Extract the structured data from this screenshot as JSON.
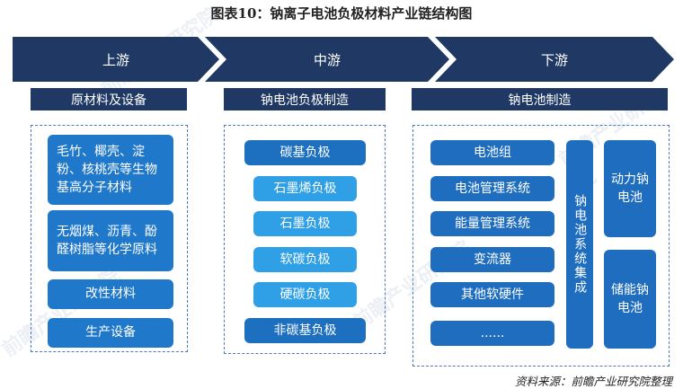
{
  "title": "图表10：钠离子电池负极材料产业链结构图",
  "stages": [
    "上游",
    "中游",
    "下游"
  ],
  "upstream": {
    "header": "原材料及设备",
    "items": [
      "毛竹、椰壳、淀粉、核桃壳等生物基高分子材料",
      "无烟煤、沥青、酚醛树脂等化学原料",
      "改性材料",
      "生产设备"
    ]
  },
  "midstream": {
    "header": "钠电池负极制造",
    "items": [
      "碳基负极",
      "石墨烯负极",
      "石墨负极",
      "软碳负极",
      "硬碳负极",
      "非碳基负极"
    ]
  },
  "downstream": {
    "header": "钠电池制造",
    "items": [
      "电池组",
      "电池管理系统",
      "能量管理系统",
      "变流器",
      "其他软硬件",
      "......"
    ],
    "integration": "钠电池系统集成",
    "applications": [
      "动力钠电池",
      "储能钠电池"
    ]
  },
  "source": "资料来源：前瞻产业研究院整理",
  "watermark": "前瞻产业研究院"
}
